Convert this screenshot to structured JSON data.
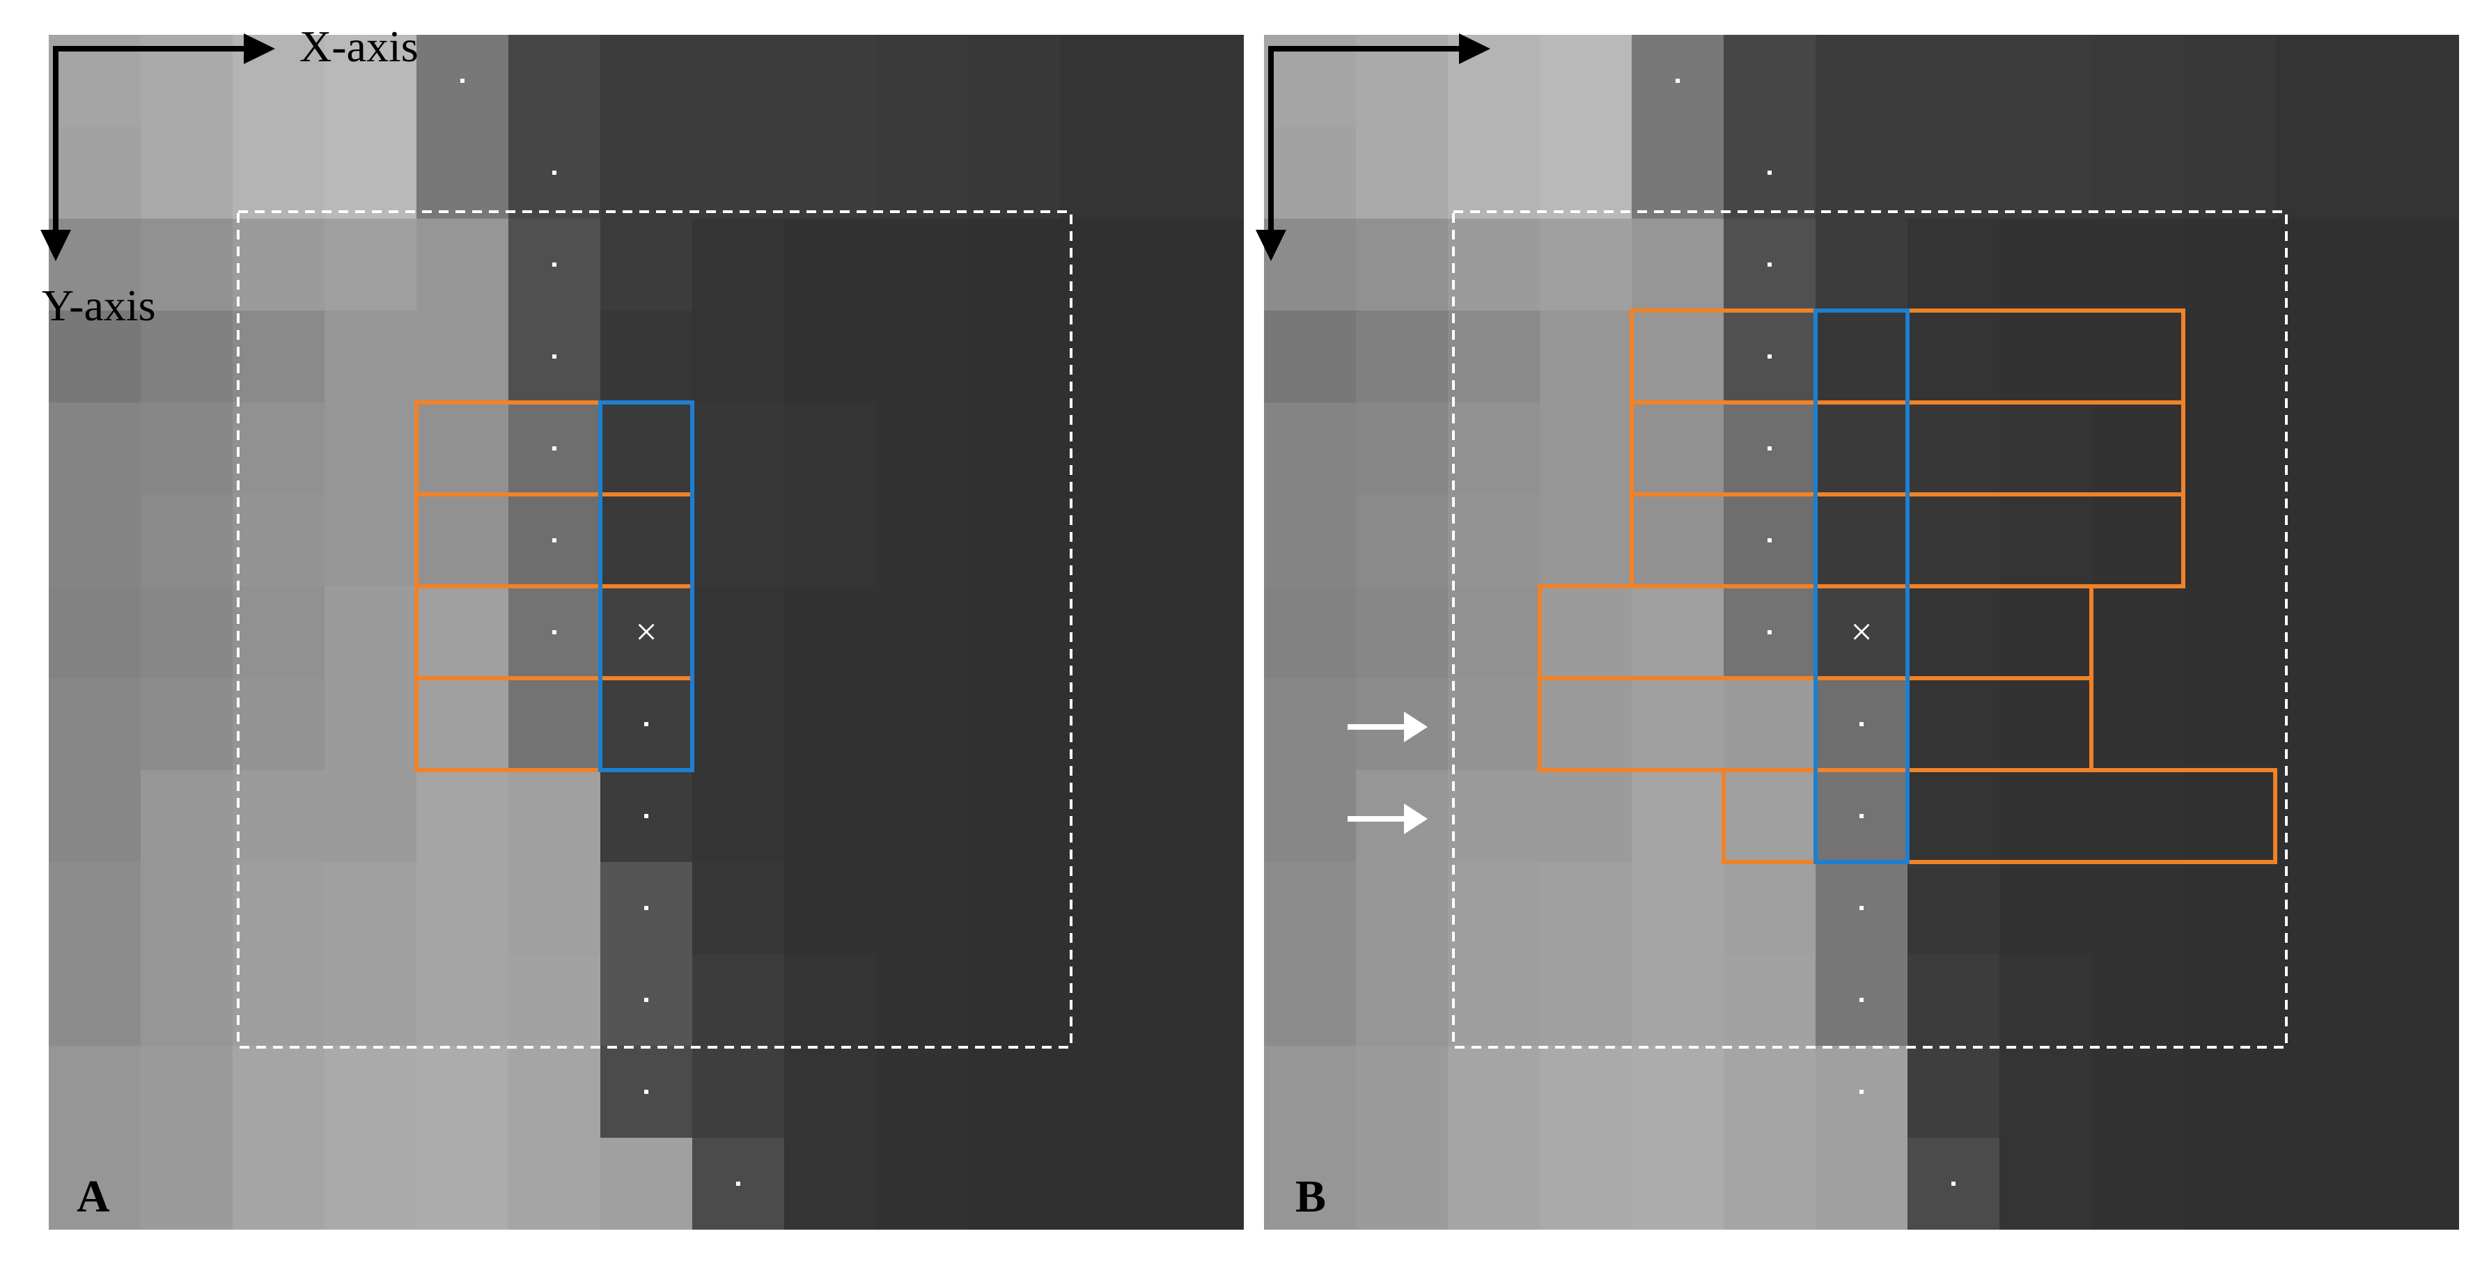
{
  "panels": [
    {
      "letter": "A",
      "show_axes": true,
      "x_axis_label": "X-axis",
      "y_axis_label": "Y-axis",
      "rows": [
        [
          165,
          170,
          180,
          185,
          120,
          70,
          60,
          60,
          60,
          58,
          56,
          52,
          52
        ],
        [
          162,
          170,
          180,
          185,
          120,
          70,
          60,
          60,
          60,
          58,
          56,
          52,
          52
        ],
        [
          140,
          145,
          155,
          160,
          150,
          80,
          60,
          52,
          50,
          50,
          48,
          48,
          48
        ],
        [
          120,
          128,
          138,
          150,
          150,
          80,
          55,
          52,
          50,
          50,
          48,
          48,
          48
        ],
        [
          132,
          135,
          145,
          150,
          145,
          110,
          58,
          55,
          52,
          50,
          48,
          48,
          48
        ],
        [
          132,
          138,
          148,
          150,
          145,
          110,
          58,
          55,
          52,
          50,
          48,
          48,
          48
        ],
        [
          130,
          135,
          145,
          155,
          160,
          115,
          65,
          52,
          50,
          50,
          48,
          48,
          48
        ],
        [
          135,
          140,
          148,
          155,
          160,
          115,
          62,
          52,
          50,
          50,
          48,
          48,
          48
        ],
        [
          135,
          150,
          155,
          155,
          165,
          160,
          60,
          52,
          50,
          50,
          48,
          48,
          48
        ],
        [
          140,
          150,
          158,
          160,
          165,
          160,
          85,
          55,
          50,
          50,
          48,
          48,
          48
        ],
        [
          140,
          150,
          158,
          160,
          165,
          162,
          85,
          60,
          52,
          50,
          48,
          48,
          48
        ],
        [
          150,
          155,
          165,
          170,
          172,
          165,
          75,
          62,
          52,
          50,
          48,
          48,
          48
        ],
        [
          150,
          155,
          165,
          170,
          172,
          165,
          160,
          75,
          52,
          50,
          48,
          48,
          48
        ]
      ],
      "marked_cells": [
        [
          0,
          4
        ],
        [
          1,
          5
        ],
        [
          2,
          5
        ],
        [
          3,
          5
        ],
        [
          4,
          5
        ],
        [
          5,
          5
        ],
        [
          6,
          5
        ],
        [
          7,
          6
        ],
        [
          8,
          6
        ],
        [
          9,
          6
        ],
        [
          10,
          6
        ],
        [
          11,
          6
        ],
        [
          12,
          7
        ]
      ],
      "center_cell": [
        6,
        6
      ],
      "row_boxes": [
        {
          "row": 4,
          "start": 4,
          "end": 7
        },
        {
          "row": 5,
          "start": 4,
          "end": 7
        },
        {
          "row": 6,
          "start": 4,
          "end": 7
        },
        {
          "row": 7,
          "start": 4,
          "end": 7
        }
      ],
      "column_box": {
        "col": 6,
        "row_start": 4,
        "row_end": 8
      },
      "white_arrow_rows": []
    },
    {
      "letter": "B",
      "show_axes": true,
      "x_axis_label": "",
      "y_axis_label": "",
      "rows": [
        [
          165,
          170,
          180,
          185,
          120,
          70,
          60,
          60,
          60,
          58,
          56,
          52,
          52
        ],
        [
          162,
          170,
          180,
          185,
          120,
          70,
          60,
          60,
          60,
          58,
          56,
          52,
          52
        ],
        [
          140,
          145,
          155,
          160,
          150,
          80,
          60,
          52,
          50,
          50,
          48,
          48,
          48
        ],
        [
          120,
          128,
          138,
          150,
          150,
          80,
          55,
          52,
          50,
          50,
          48,
          48,
          48
        ],
        [
          132,
          135,
          145,
          150,
          145,
          110,
          58,
          55,
          52,
          50,
          48,
          48,
          48
        ],
        [
          132,
          138,
          148,
          150,
          145,
          110,
          58,
          55,
          52,
          50,
          48,
          48,
          48
        ],
        [
          130,
          135,
          145,
          155,
          160,
          115,
          65,
          52,
          50,
          50,
          48,
          48,
          48
        ],
        [
          135,
          140,
          148,
          155,
          160,
          155,
          110,
          52,
          50,
          50,
          48,
          48,
          48
        ],
        [
          135,
          150,
          155,
          155,
          165,
          160,
          115,
          52,
          50,
          50,
          48,
          48,
          48
        ],
        [
          140,
          150,
          158,
          160,
          165,
          160,
          120,
          55,
          50,
          50,
          48,
          48,
          48
        ],
        [
          140,
          150,
          158,
          160,
          165,
          162,
          120,
          60,
          52,
          50,
          48,
          48,
          48
        ],
        [
          150,
          155,
          165,
          170,
          172,
          165,
          160,
          62,
          52,
          50,
          48,
          48,
          48
        ],
        [
          150,
          155,
          165,
          170,
          172,
          165,
          160,
          75,
          52,
          50,
          48,
          48,
          48
        ]
      ],
      "marked_cells": [
        [
          0,
          4
        ],
        [
          1,
          5
        ],
        [
          2,
          5
        ],
        [
          3,
          5
        ],
        [
          4,
          5
        ],
        [
          5,
          5
        ],
        [
          6,
          5
        ],
        [
          7,
          6
        ],
        [
          8,
          6
        ],
        [
          9,
          6
        ],
        [
          10,
          6
        ],
        [
          11,
          6
        ],
        [
          12,
          7
        ]
      ],
      "center_cell": [
        6,
        6
      ],
      "row_boxes": [
        {
          "row": 3,
          "start": 4,
          "end": 10
        },
        {
          "row": 4,
          "start": 4,
          "end": 10
        },
        {
          "row": 5,
          "start": 4,
          "end": 10
        },
        {
          "row": 6,
          "start": 3,
          "end": 9
        },
        {
          "row": 7,
          "start": 3,
          "end": 9
        },
        {
          "row": 8,
          "start": 5,
          "end": 11
        }
      ],
      "column_box": {
        "col": 6,
        "row_start": 3,
        "row_end": 9
      },
      "white_arrow_rows": [
        7,
        8
      ]
    }
  ],
  "dashed_region": {
    "col_start": 2,
    "row_start": 2,
    "col_end": 11,
    "row_end": 11
  },
  "center_marker": "×",
  "colors": {
    "row_box": "#f08228",
    "column_box": "#1f7fd0",
    "dashed": "#ffffff",
    "marker": "#ffffff",
    "axis": "#000000"
  }
}
